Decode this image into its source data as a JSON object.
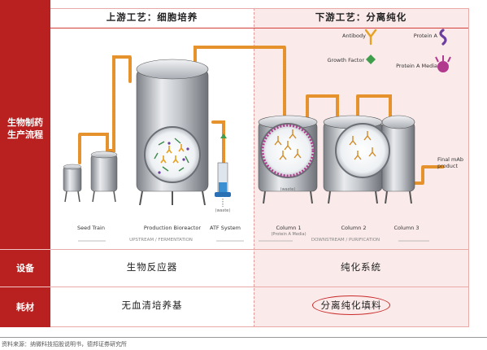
{
  "header": {
    "upstream_title": "上游工艺：细胞培养",
    "downstream_title": "下游工艺：分离纯化"
  },
  "sidebar": {
    "process_label": "生物制药\n生产流程",
    "equipment_label": "设备",
    "consumables_label": "耗材"
  },
  "diagram": {
    "stages": [
      "Seed Train",
      "Production Bioreactor",
      "ATF System",
      "Column 1",
      "Column 2",
      "Column 3"
    ],
    "column1_note": "(Protein A Media)",
    "waste_label": "(waste)",
    "output_label": "Final mAb\nproduct",
    "upstream_caption": "UPSTREAM / FERMENTATION",
    "downstream_caption": "DOWNSTREAM / PURIFICATION",
    "legend": {
      "antibody": "Antibody",
      "protein_a": "Protein A",
      "growth_factor": "Growth Factor",
      "protein_a_media": "Protein A Media"
    },
    "colors": {
      "tube": "#e5922c",
      "antibody": "#e8a020",
      "protein_a": "#6c3f9e",
      "growth_factor": "#3f9e4b",
      "media": "#b23a8e"
    }
  },
  "rows": {
    "equipment_upstream": "生物反应器",
    "equipment_downstream": "纯化系统",
    "consumables_upstream": "无血清培养基",
    "consumables_downstream": "分离纯化填料"
  },
  "footnote": "资料来源：纳微科技招股说明书，德邦证券研究所"
}
